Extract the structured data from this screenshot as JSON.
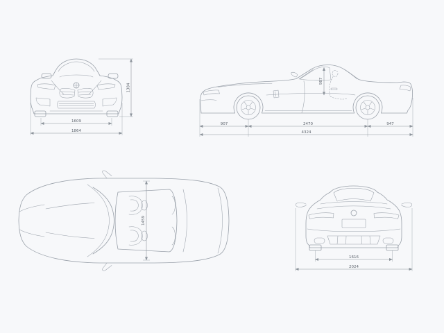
{
  "colors": {
    "bg": "#f7f8fa",
    "line": "#9aa1aa",
    "dim": "#8d949c",
    "ink": "#5d646d"
  },
  "dims": {
    "front": {
      "track": "1609",
      "overall_width": "1864",
      "overall_height": "1384"
    },
    "side": {
      "front_overhang": "907",
      "wheelbase": "2470",
      "rear_overhang": "947",
      "overall_length": "4324",
      "cabin": "987"
    },
    "top": {
      "interior_width": "1459"
    },
    "rear": {
      "track": "1616",
      "width_incl_mirrors": "2024"
    }
  }
}
